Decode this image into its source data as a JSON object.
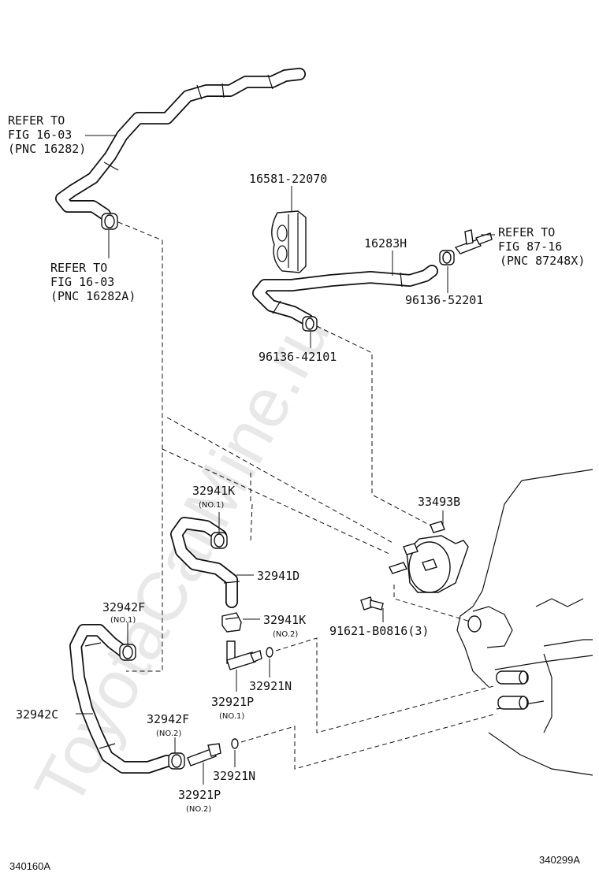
{
  "watermark": "ToyotaCarMine.ru",
  "labels": {
    "refer_1": [
      "REFER TO",
      "FIG 16-03",
      "(PNC 16282)"
    ],
    "refer_2": [
      "REFER TO",
      "FIG 16-03",
      "(PNC 16282A)"
    ],
    "refer_3": [
      "REFER TO",
      "FIG 87-16",
      "(PNC 87248X)"
    ],
    "p16581": "16581-22070",
    "p16283H": "16283H",
    "p96136_52201": "96136-52201",
    "p96136_42101": "96136-42101",
    "p33493B": "33493B",
    "p32941K_1": "32941K",
    "p32941K_1_sub": "(NO.1)",
    "p32941D": "32941D",
    "p32941K_2": "32941K",
    "p32941K_2_sub": "(NO.2)",
    "p91621": "91621-B0816(3)",
    "p32942F_1": "32942F",
    "p32942F_1_sub": "(NO.1)",
    "p32921N_1": "32921N",
    "p32921P_1": "32921P",
    "p32921P_1_sub": "(NO.1)",
    "p32942C": "32942C",
    "p32942F_2": "32942F",
    "p32942F_2_sub": "(NO.2)",
    "p32921N_2": "32921N",
    "p32921P_2": "32921P",
    "p32921P_2_sub": "(NO.2)"
  },
  "footer": {
    "left_code": "340160A",
    "right_code": "340299A"
  }
}
